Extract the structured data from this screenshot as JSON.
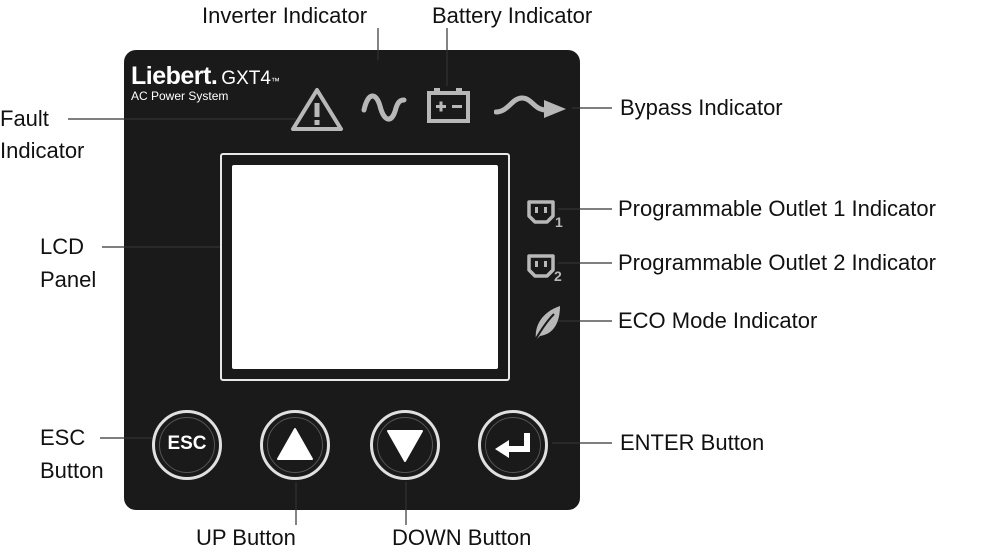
{
  "device": {
    "brand": "Liebert.",
    "model": "GXT4",
    "model_mark": "™",
    "subtitle": "AC Power System"
  },
  "callouts": {
    "inverter": "Inverter Indicator",
    "battery": "Battery Indicator",
    "bypass": "Bypass Indicator",
    "fault_line1": "Fault",
    "fault_line2": "Indicator",
    "outlet1": "Programmable Outlet 1 Indicator",
    "outlet2": "Programmable Outlet 2 Indicator",
    "eco": "ECO Mode Indicator",
    "lcd_line1": "LCD",
    "lcd_line2": "Panel",
    "esc_line1": "ESC",
    "esc_line2": "Button",
    "enter": "ENTER Button",
    "up": "UP Button",
    "down": "DOWN Button"
  },
  "buttons": {
    "esc_label": "ESC"
  },
  "icons": {
    "fault": "warning-triangle-icon",
    "inverter": "sine-wave-icon",
    "battery": "battery-icon",
    "bypass": "bypass-arrow-icon",
    "outlet1": "outlet-1-icon",
    "outlet1_number": "1",
    "outlet2": "outlet-2-icon",
    "outlet2_number": "2",
    "eco": "leaf-icon",
    "up": "up-arrow-icon",
    "down": "down-arrow-icon",
    "enter": "enter-arrow-icon"
  },
  "colors": {
    "panel": "#1a1a1a",
    "icon_gray": "#b8b8b8",
    "button_ring": "#e0e0e0",
    "text": "#111111"
  }
}
